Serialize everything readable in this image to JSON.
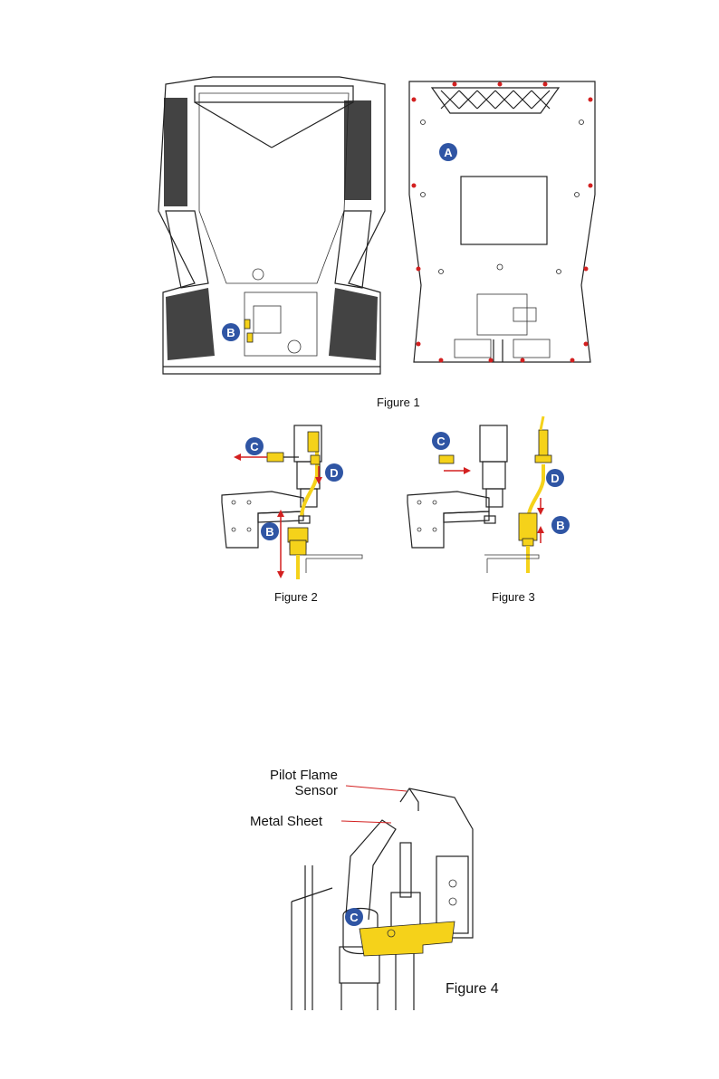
{
  "figures": {
    "figure1_caption": "Figure 1",
    "figure2_caption": "Figure 2",
    "figure3_caption": "Figure 3",
    "figure4_caption": "Figure 4"
  },
  "callouts": {
    "a": "A",
    "b": "B",
    "c": "C",
    "d": "D"
  },
  "figure4_labels": {
    "pilot_flame_sensor_line1": "Pilot Flame",
    "pilot_flame_sensor_line2": "Sensor",
    "metal_sheet": "Metal Sheet"
  },
  "colors": {
    "callout_badge": "#2f55a4",
    "highlight_part": "#f5d21a",
    "arrow": "#d32020"
  }
}
